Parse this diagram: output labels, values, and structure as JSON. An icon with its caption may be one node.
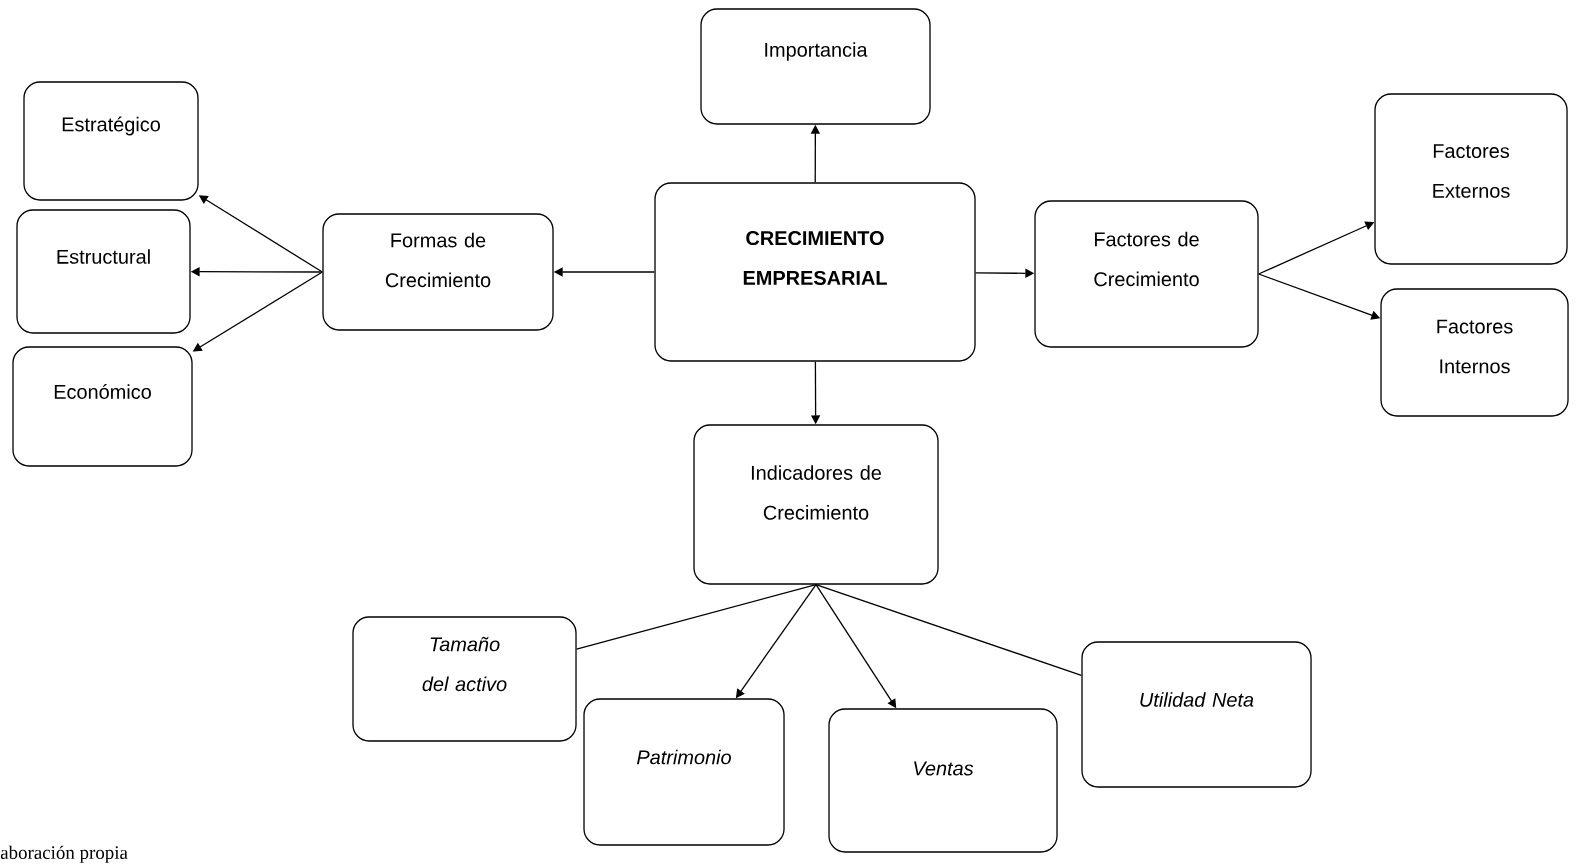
{
  "diagram": {
    "nodes": [
      {
        "text": [
          "CRECIMIENTO EMPRESARIAL"
        ]
      },
      {
        "text": [
          "Importancia"
        ]
      },
      {
        "text": [
          "Formas de Crecimiento"
        ]
      },
      {
        "text": [
          "Estratégico"
        ]
      },
      {
        "text": [
          "Estructural"
        ]
      },
      {
        "text": [
          "Económico"
        ]
      },
      {
        "text": [
          "Factores de Crecimiento"
        ]
      },
      {
        "text": [
          "Factores Externos"
        ]
      },
      {
        "text": [
          "Factores Internos"
        ]
      },
      {
        "text": [
          "Indicadores de Crecimiento"
        ]
      },
      {
        "text": [
          "Tamaño del activo"
        ]
      },
      {
        "text": [
          "Patrimonio"
        ]
      },
      {
        "text": [
          "Ventas"
        ]
      },
      {
        "text": [
          "Utilidad Neta"
        ]
      }
    ],
    "edges": [
      {
        "from": 0,
        "to": 1,
        "arrow": "to"
      },
      {
        "from": 0,
        "to": 2,
        "arrow": "to"
      },
      {
        "from": 0,
        "to": 6,
        "arrow": "to"
      },
      {
        "from": 0,
        "to": 9,
        "arrow": "to"
      },
      {
        "from": 2,
        "to": 3,
        "arrow": "to"
      },
      {
        "from": 2,
        "to": 4,
        "arrow": "to"
      },
      {
        "from": 2,
        "to": 5,
        "arrow": "to"
      },
      {
        "from": 6,
        "to": 7,
        "arrow": "to"
      },
      {
        "from": 6,
        "to": 8,
        "arrow": "to"
      },
      {
        "from": 9,
        "to": 10,
        "arrow": "none"
      },
      {
        "from": 9,
        "to": 11,
        "arrow": "to"
      },
      {
        "from": 9,
        "to": 12,
        "arrow": "to"
      },
      {
        "from": 9,
        "to": 13,
        "arrow": "none"
      }
    ],
    "labels": [
      "aboración propia"
    ]
  }
}
